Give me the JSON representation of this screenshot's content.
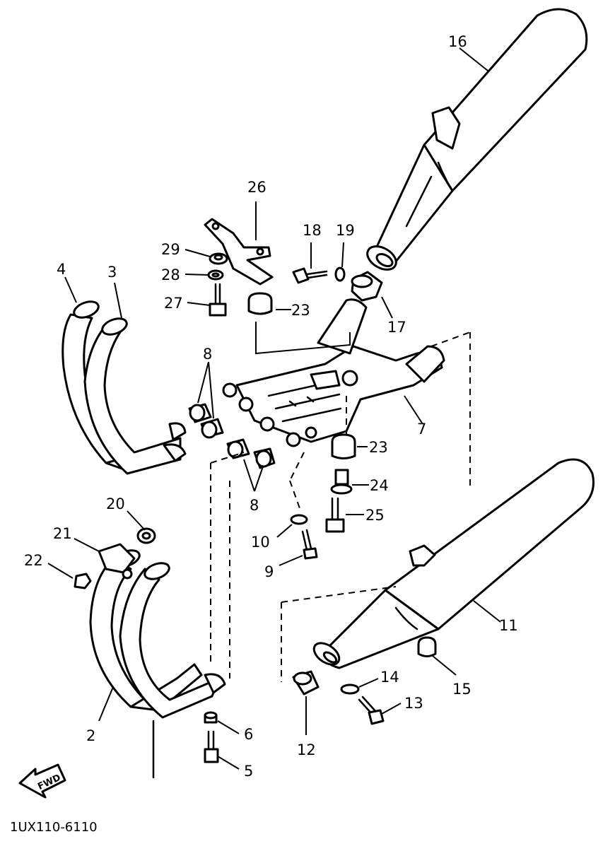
{
  "diagram_code": "1UX110-6110",
  "fwd_label": "FWD",
  "parts": {
    "p2": "2",
    "p3": "3",
    "p4": "4",
    "p5": "5",
    "p6": "6",
    "p7": "7",
    "p8a": "8",
    "p8b": "8",
    "p9": "9",
    "p10": "10",
    "p11": "11",
    "p12": "12",
    "p13": "13",
    "p14": "14",
    "p15": "15",
    "p16": "16",
    "p17": "17",
    "p18": "18",
    "p19": "19",
    "p20": "20",
    "p21": "21",
    "p22": "22",
    "p23a": "23",
    "p23b": "23",
    "p24": "24",
    "p25": "25",
    "p26": "26",
    "p27": "27",
    "p28": "28",
    "p29": "29"
  }
}
